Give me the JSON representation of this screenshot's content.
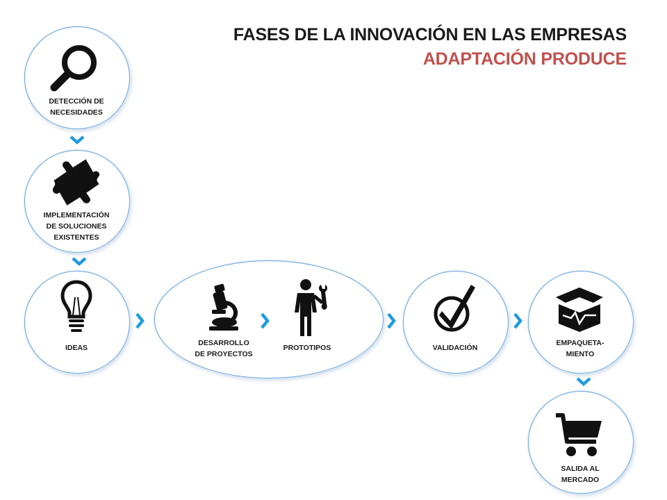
{
  "title": {
    "line1": "FASES DE LA INNOVACIÓN EN LAS EMPRESAS",
    "line2": "ADAPTACIÓN PRODUCE"
  },
  "nodes": {
    "deteccion": {
      "label": "DETECCIÓN DE\nNECESIDADES",
      "icon": "magnifier-icon"
    },
    "implementacion": {
      "label": "IMPLEMENTACIÓN\nDE SOLUCIONES\nEXISTENTES",
      "icon": "puzzle-icon"
    },
    "ideas": {
      "label": "IDEAS",
      "icon": "lightbulb-icon"
    },
    "desarrollo": {
      "label": "DESARROLLO\nDE PROYECTOS",
      "icon": "microscope-icon"
    },
    "prototipos": {
      "label": "PROTOTIPOS",
      "icon": "worker-wrench-icon"
    },
    "validacion": {
      "label": "VALIDACIÓN",
      "icon": "checkmark-icon"
    },
    "empaquetamiento": {
      "label": "EMPAQUETA-\nMIENTO",
      "icon": "box-icon"
    },
    "salida": {
      "label": "SALIDA AL\nMERCADO",
      "icon": "shopping-cart-icon"
    }
  },
  "colors": {
    "title_dark": "#1a1a1a",
    "title_accent": "#c0504d",
    "arrow": "#1e9be0",
    "border": "#6fa8dc"
  }
}
